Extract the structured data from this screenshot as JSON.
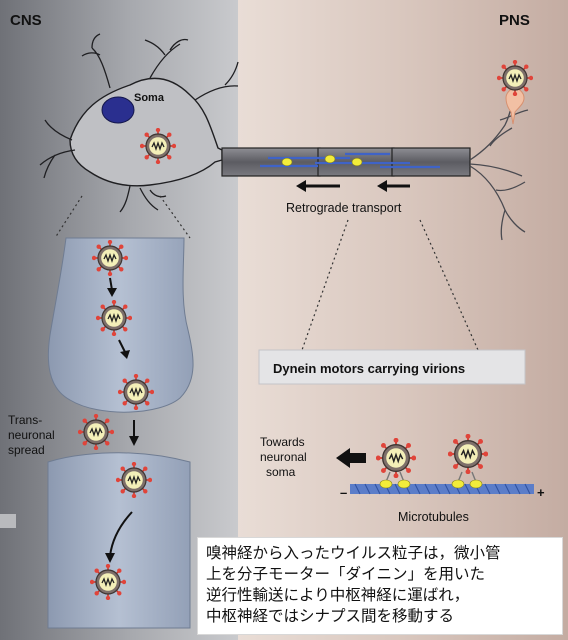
{
  "labels": {
    "cns": "CNS",
    "pns": "PNS",
    "soma": "Soma",
    "retrograde_transport": "Retrograde transport",
    "dynein_box": "Dynein motors carrying virions",
    "trans_neuronal": [
      "Trans-",
      "neuronal",
      "spread"
    ],
    "towards_soma": [
      "Towards",
      "neuronal",
      "soma"
    ],
    "microtubules": "Microtubules",
    "minus_end": "–",
    "plus_end": "+"
  },
  "caption": {
    "lines": [
      "嗅神経から入ったウイルス粒子は，微小管",
      "上を分子モーター「ダイニン」を用いた",
      "逆行性輸送により中枢神経に運ばれ，",
      "中枢神経ではシナプス間を移動する"
    ]
  },
  "colors": {
    "cns_background": "#9c9ea4",
    "pns_background": "#c9b2a8",
    "nucleus": "#2a2f8f",
    "virion_core": "#f3efb8",
    "virion_spike": "#e0443a",
    "dynein_motor": "#f2ec3a",
    "microtubule": "#4a6ec0",
    "synapse_fill": "#a3b0c5",
    "axon_fill": "#6e6e74"
  },
  "icons": {
    "virion": "virus-particle-icon",
    "arrow": "arrow-left-icon"
  }
}
